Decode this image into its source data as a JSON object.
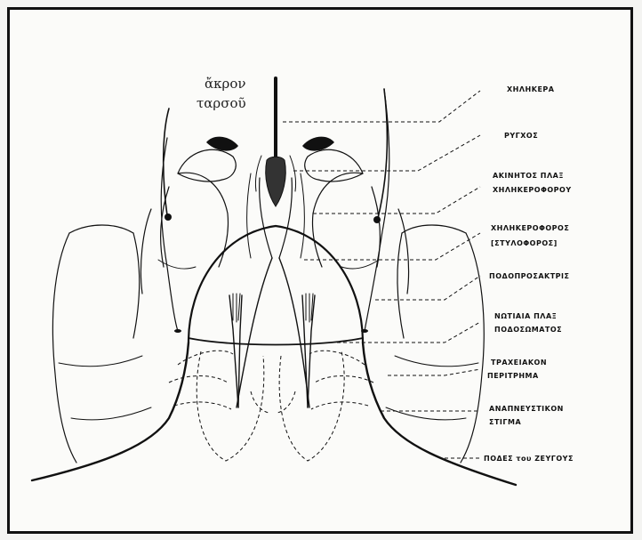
{
  "tarsus_label": {
    "line1": "ἄκρον",
    "line2": "ταρσοῦ"
  },
  "labels": [
    {
      "line1": "ΧΗΛΗΚΕΡΑ",
      "line2": ""
    },
    {
      "line1": "ΡΥΓΧΟΣ",
      "line2": ""
    },
    {
      "line1": "ΑΚΙΝΗΤΟΣ ΠΛΑΞ",
      "line2": "ΧΗΛΗΚΕΡΟΦΟΡΟΥ"
    },
    {
      "line1": "ΧΗΛΗΚΕΡΟΦΟΡΟΣ",
      "line2": "[ΣΤΥΛΟΦΟΡΟΣ]"
    },
    {
      "line1": "ΠΟΔΟΠΡΟΣΑΚΤΡΙΣ",
      "line2": ""
    },
    {
      "line1": "ΝΩΤΙΑΙΑ ΠΛΑΞ",
      "line2": "ΠΟΔΟΣΩΜΑΤΟΣ"
    },
    {
      "line1": "ΤΡΑΧΕΙΑΚΟΝ",
      "line2": "ΠΕΡΙΤΡΗΜΑ"
    },
    {
      "line1": "ΑΝΑΠΝΕΥΣΤΙΚΟΝ",
      "line2": "ΣΤΙΓΜΑ"
    },
    {
      "line1": "ΠΟΔΕΣ του ΖΕΥΓΟΥΣ",
      "line2": ""
    }
  ]
}
